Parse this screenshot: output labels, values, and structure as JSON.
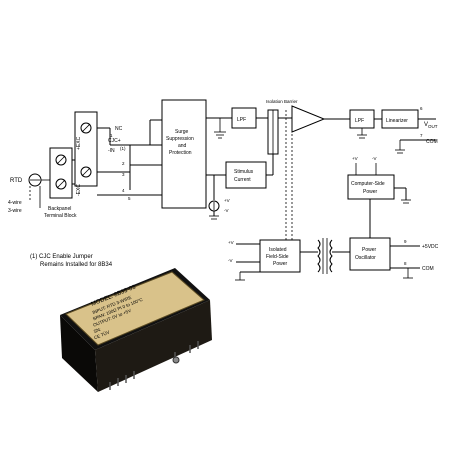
{
  "labels": {
    "surge": [
      "Surge",
      "Suppression",
      "and",
      "Protection"
    ],
    "lpf_left": "LPF",
    "lpf_right": "LPF",
    "isolation_barrier": "Isolation Barrier",
    "linearizer": "Linearizer",
    "vout": "V",
    "vout_sub": "OUT",
    "com_top": "COM",
    "stimulus": [
      "Stimulus",
      "Current"
    ],
    "computer_side": [
      "Computer-Side",
      "Power"
    ],
    "field_side": [
      "Isolated",
      "Field-Side",
      "Power"
    ],
    "oscillator": [
      "Power",
      "Oscillator"
    ],
    "plus5vdc": "+5VDC",
    "com_bottom": "COM",
    "exc_top": "+EXC",
    "exc_bottom": "-EXC",
    "nc": "NC",
    "cjc": "CJC+",
    "in": "-IN",
    "in_note": "(1)",
    "rtd": "RTD",
    "wire4": "4-wire",
    "wire3": "3-wire",
    "terminal": [
      "Backpanel",
      "Terminal Block"
    ],
    "note": [
      "(1) CJC Enable Jumper",
      "Remains Installed for 8B34"
    ],
    "plus_v_a": "+V",
    "minus_v_a": "-V",
    "plus_v_b": "+V",
    "minus_v_b": "-V",
    "plus_v_c": "+V",
    "minus_v_c": "-V",
    "pin_numbers": {
      "p1": "1",
      "p2": "2",
      "p3": "3",
      "p4": "4",
      "p6": "6",
      "p7": "7",
      "p5": "5",
      "p9": "9",
      "p8": "8"
    },
    "module_lines": [
      "MODEL: 8B35-03",
      "INPUT: RTD 3-WIRE",
      "SPAN: 100Ω Pt 0 to 100°C",
      "OUTPUT: 0V to +5V",
      "SN:",
      "CE  TÜV"
    ]
  }
}
